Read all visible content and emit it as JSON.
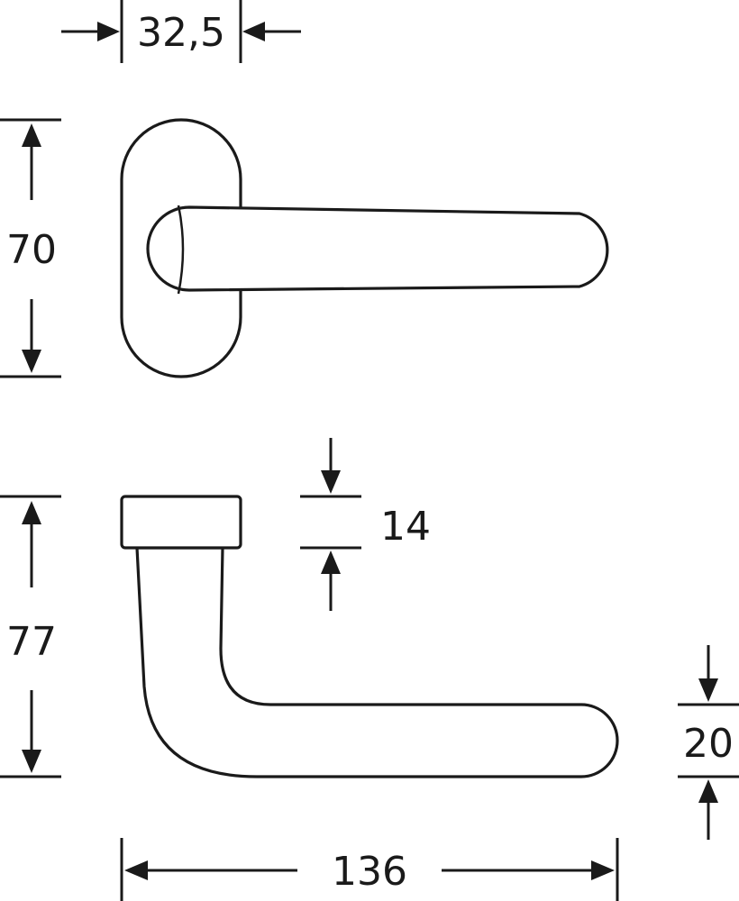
{
  "dimensions": {
    "rose_width": "32,5",
    "rose_height": "70",
    "rose_depth": "14",
    "projection": "77",
    "lever_thickness": "20",
    "lever_length": "136"
  },
  "colors": {
    "line": "#1a1a1a",
    "background": "#ffffff"
  }
}
